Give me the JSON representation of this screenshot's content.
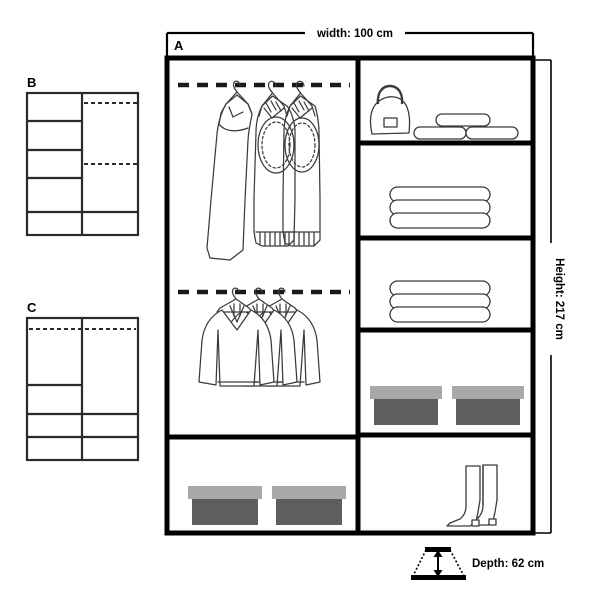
{
  "diagram": {
    "type": "wardrobe-interior-layout-diagram",
    "background_color": "#ffffff",
    "line_color": "#000000",
    "garment_outline_color": "#3a3a3a"
  },
  "dimensions": {
    "width_label": "width: 100 cm",
    "height_label": "Height: 217 cm",
    "depth_label": "Depth: 62 cm"
  },
  "panels": {
    "main": {
      "letter": "A",
      "left_column": {
        "compartments": [
          {
            "name": "long-hanging-section",
            "rail": "dashed-hanging-rail",
            "contents": "three-long-dresses-on-hangers"
          },
          {
            "name": "short-hanging-section",
            "rail": "dashed-hanging-rail",
            "contents": "three-jackets-on-hangers"
          },
          {
            "name": "bottom-storage-section",
            "contents": "two-storage-boxes"
          }
        ]
      },
      "right_column": {
        "compartments": [
          {
            "name": "shelf-accessories",
            "contents": "handbag-and-three-rolled-items"
          },
          {
            "name": "shelf-folded-linens-upper",
            "contents": "stack-of-three-folded-items"
          },
          {
            "name": "shelf-folded-linens-lower",
            "contents": "stack-of-three-folded-items"
          },
          {
            "name": "shelf-boxes",
            "contents": "two-storage-boxes"
          },
          {
            "name": "shelf-footwear",
            "contents": "pair-of-tall-boots"
          }
        ]
      }
    },
    "alt_b": {
      "letter": "B",
      "left_column_shelves": 5,
      "right_column_rails": 2,
      "right_column_shelves": 1
    },
    "alt_c": {
      "letter": "C",
      "full_width_rail": 1,
      "left_column_shelves": 4,
      "right_column_shelves": 3
    }
  },
  "colors": {
    "box_lid": "#a8a8a8",
    "box_body": "#5e5e5e",
    "outline": "#000000",
    "garment_line": "#3a3a3a"
  }
}
